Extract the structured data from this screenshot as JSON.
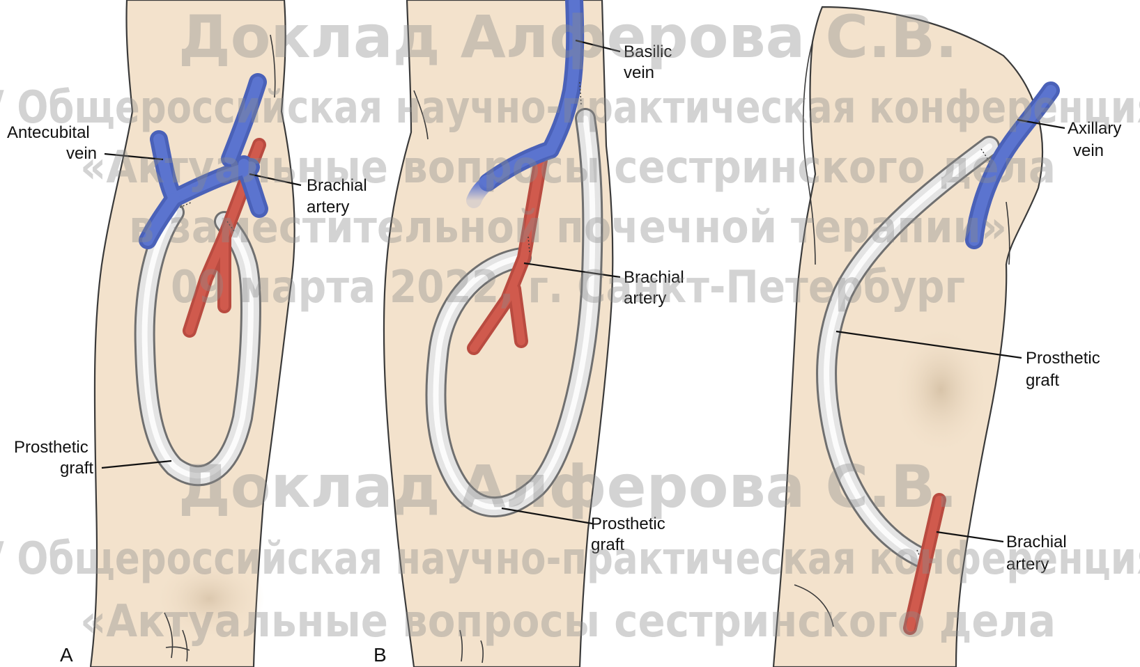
{
  "panels": {
    "a": {
      "letter": "A",
      "labels": {
        "antecubital_vein_1": "Antecubital",
        "antecubital_vein_2": "vein",
        "brachial_artery_1": "Brachial",
        "brachial_artery_2": "artery",
        "prosthetic_graft_1": "Prosthetic",
        "prosthetic_graft_2": "graft"
      }
    },
    "b": {
      "letter": "B",
      "labels": {
        "basilic_vein_1": "Basilic",
        "basilic_vein_2": "vein",
        "brachial_artery_1": "Brachial",
        "brachial_artery_2": "artery",
        "prosthetic_graft_1": "Prosthetic",
        "prosthetic_graft_2": "graft"
      }
    },
    "c": {
      "labels": {
        "axillary_vein_1": "Axillary",
        "axillary_vein_2": "vein",
        "prosthetic_graft_1": "Prosthetic",
        "prosthetic_graft_2": "graft",
        "brachial_artery_1": "Brachial",
        "brachial_artery_2": "artery"
      }
    }
  },
  "watermark": {
    "line1": "Доклад Алферова С.В.",
    "line2": "V Общероссийская научно-практическая конференция",
    "line3": "«Актуальные вопросы сестринского дела",
    "line4": "в заместительной почечной терапии»",
    "line5": "09 марта 2022, г. Санкт-Петербург",
    "line6": "Доклад Алферова С.В.",
    "line7": "V Общероссийская научно-практическая конференция",
    "line8": "«Актуальные вопросы сестринского дела"
  },
  "colors": {
    "skin": "#f3e2cc",
    "artery": "#c0504a",
    "vein": "#5068c4",
    "graft": "#e4e4e4"
  }
}
